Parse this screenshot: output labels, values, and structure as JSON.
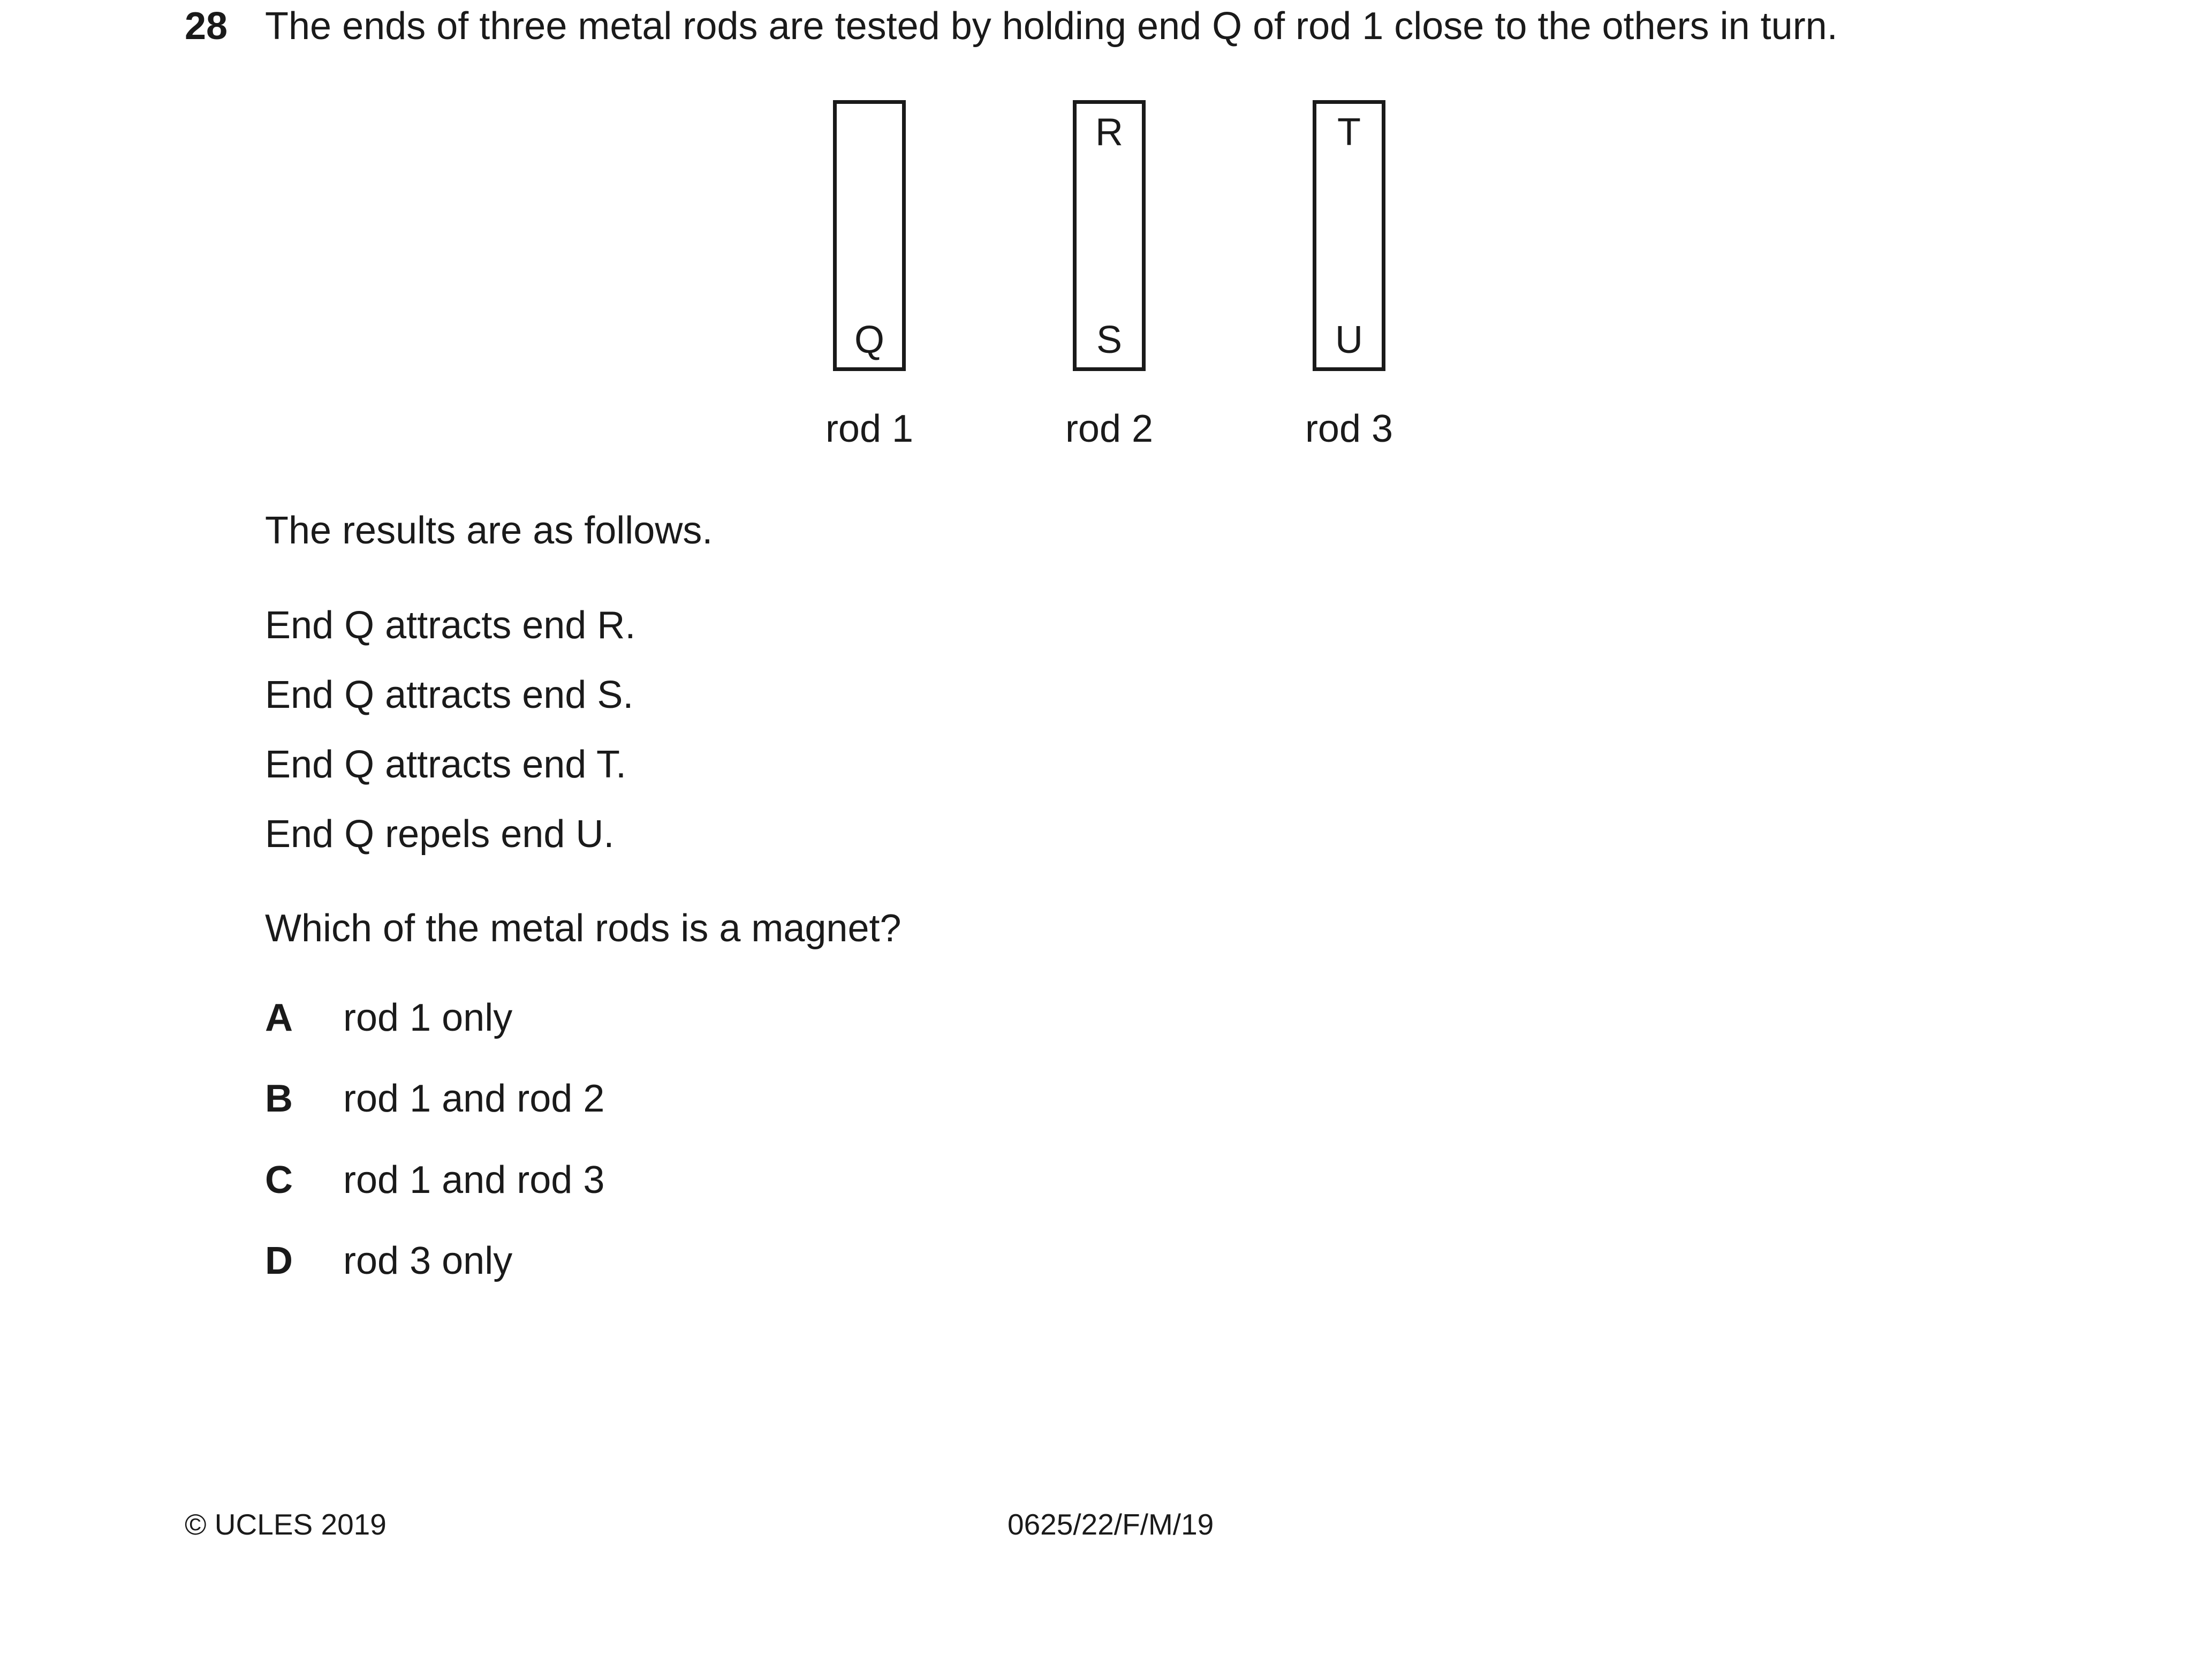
{
  "question": {
    "number": "28",
    "stem": "The ends of three metal rods are tested by holding end Q of rod 1 close to the others in turn."
  },
  "diagram": {
    "rods": [
      {
        "top_label": "",
        "bottom_label": "Q",
        "caption": "rod 1"
      },
      {
        "top_label": "R",
        "bottom_label": "S",
        "caption": "rod 2"
      },
      {
        "top_label": "T",
        "bottom_label": "U",
        "caption": "rod 3"
      }
    ]
  },
  "results_intro": "The results are as follows.",
  "results": [
    "End Q attracts end R.",
    "End Q attracts end S.",
    "End Q attracts end T.",
    "End Q repels end U."
  ],
  "prompt": "Which of the metal rods is a magnet?",
  "options": [
    {
      "letter": "A",
      "text": "rod 1 only"
    },
    {
      "letter": "B",
      "text": "rod 1 and rod 2"
    },
    {
      "letter": "C",
      "text": "rod 1 and rod 3"
    },
    {
      "letter": "D",
      "text": "rod 3 only"
    }
  ],
  "footer": {
    "copyright": "© UCLES 2019",
    "paper_code": "0625/22/F/M/19"
  }
}
